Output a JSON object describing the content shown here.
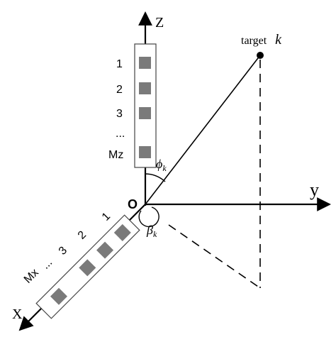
{
  "axes": {
    "z_label": "Z",
    "y_label": "y",
    "x_label": "X",
    "origin_label": "O"
  },
  "target": {
    "label": "target",
    "symbol": "k"
  },
  "z_array": {
    "element_labels": [
      "1",
      "2",
      "3",
      "...",
      "Mz"
    ]
  },
  "x_array": {
    "element_labels": [
      "1",
      "2",
      "3",
      "...",
      "Mx"
    ]
  },
  "angles": {
    "phi": "ϕ",
    "phi_sub": "k",
    "beta": "β",
    "beta_sub": "k"
  },
  "colors": {
    "line": "#000000",
    "element_fill": "#7a7a7a",
    "array_stroke": "#444444"
  }
}
